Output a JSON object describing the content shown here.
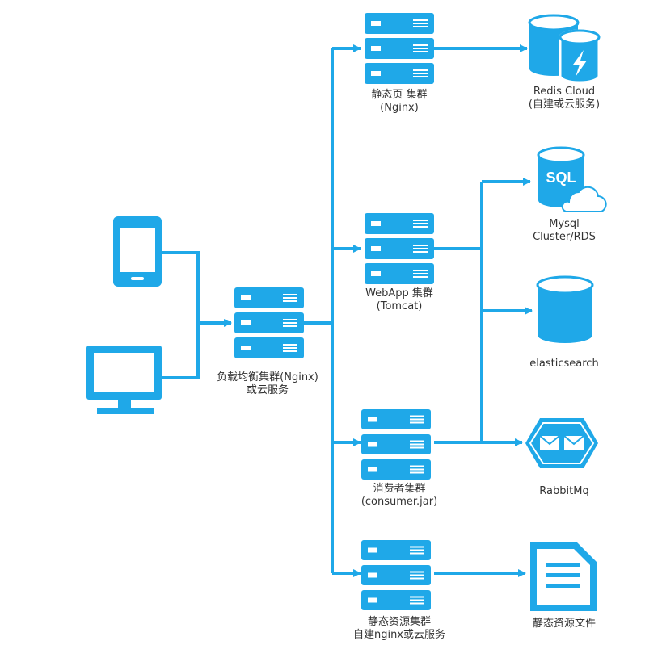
{
  "colors": {
    "accent": "#1fa8e8",
    "text": "#333333",
    "background": "#ffffff"
  },
  "clients": [
    {
      "icon": "mobile-phone-icon"
    },
    {
      "icon": "desktop-monitor-icon"
    }
  ],
  "load_balancer": {
    "line1": "负载均衡集群(Nginx)",
    "line2": "或云服务",
    "icon": "server-stack-icon"
  },
  "clusters": [
    {
      "id": "static-page",
      "line1": "静态页 集群",
      "line2": "(Nginx)",
      "icon": "server-stack-icon"
    },
    {
      "id": "webapp",
      "line1": "WebApp 集群",
      "line2": "(Tomcat)",
      "icon": "server-stack-icon"
    },
    {
      "id": "consumer",
      "line1": "消费者集群",
      "line2": "(consumer.jar)",
      "icon": "server-stack-icon"
    },
    {
      "id": "static-resource",
      "line1": "静态资源集群",
      "line2": "自建nginx或云服务",
      "icon": "server-stack-icon"
    }
  ],
  "services": {
    "redis": {
      "line1": "Redis Cloud",
      "line2": "(自建或云服务)",
      "icon": "database-lightning-icon"
    },
    "mysql": {
      "line1": "Mysql",
      "line2": "Cluster/RDS",
      "badge": "SQL",
      "icon": "database-sql-cloud-icon"
    },
    "elasticsearch": {
      "line1": "elasticsearch",
      "icon": "database-icon"
    },
    "rabbitmq": {
      "line1": "RabbitMq",
      "icon": "message-queue-icon"
    },
    "static_files": {
      "line1": "静态资源文件",
      "icon": "document-icon"
    }
  }
}
